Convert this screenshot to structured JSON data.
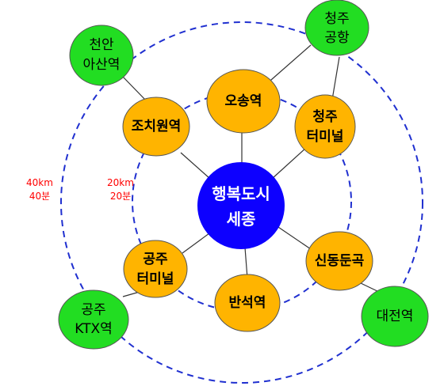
{
  "colors": {
    "center": "#0d00ff",
    "inner": "#ffb400",
    "outer": "#22dd22",
    "ring": "#2030d0",
    "ring_label": "#ff0000"
  },
  "center": {
    "line1": "행복도시",
    "line2": "세종"
  },
  "inner_nodes": {
    "osong": {
      "line1": "오송역"
    },
    "cheongju_terminal": {
      "line1": "청주",
      "line2": "터미널"
    },
    "sindong": {
      "line1": "신동둔곡"
    },
    "banseok": {
      "line1": "반석역"
    },
    "gongju_terminal": {
      "line1": "공주",
      "line2": "터미널"
    },
    "jochiwon": {
      "line1": "조치원역"
    }
  },
  "outer_nodes": {
    "cheonan": {
      "line1": "천안",
      "line2": "아산역"
    },
    "cheongju_airport": {
      "line1": "청주",
      "line2": "공항"
    },
    "daejeon": {
      "line1": "대전역"
    },
    "gongju_ktx": {
      "line1": "공주",
      "line2": "KTX역"
    }
  },
  "rings": {
    "inner_label": {
      "line1": "20km",
      "line2": "20분"
    },
    "outer_label": {
      "line1": "40km",
      "line2": "40분"
    }
  }
}
